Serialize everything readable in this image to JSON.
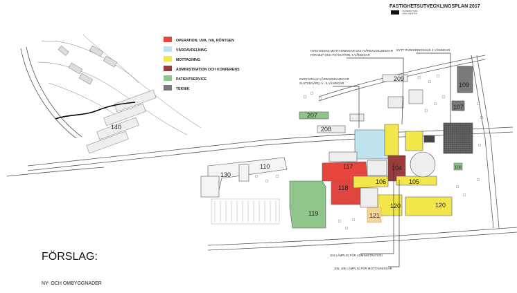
{
  "header": {
    "title": "FASTIGHETSUTVECKLINGSPLAN 2017",
    "org_line1": "VÄSTERBOTTENS",
    "org_line2": "LÄNS LANDSTING"
  },
  "legend": {
    "items": [
      {
        "label": "OPERATION, UVA, IVA, RÖNTGEN",
        "color": "#e8453f"
      },
      {
        "label": "VÅRDAVDELNING",
        "color": "#bfe3ee"
      },
      {
        "label": "MOTTAGNING",
        "color": "#f2e64a"
      },
      {
        "label": "ADMINISTRATION OCH KONFERENS",
        "color": "#9b3b3b"
      },
      {
        "label": "PATIENTSERVICE",
        "color": "#8fc58a"
      },
      {
        "label": "TEKNIK",
        "color": "#7a7a7a"
      }
    ]
  },
  "annotations": {
    "parking": "NYTT PARKERINGSHUS 4 VÅNINGAR",
    "mottagning_line1": "NYBYGGNAD MOTTAGNINGAR OCH VÅRDAVDELNINGAR",
    "mottagning_line2": "FÖR BUP OCH PSYKIATRIN, 5 VÅNINGAR",
    "vardavd_line1": "NYBYGGNAD VÅRDAVDELNINGAR",
    "vardavd_line2": "SLUTENVÅRD, 5 - 6 VÅNINGAR",
    "admin104": "104 LÄMPLIG FÖR ADMINISTRATION",
    "admin105": "105, 106 LÄMPLIG FÖR MOTTAGNINGAR"
  },
  "buildings": [
    "140",
    "130",
    "110",
    "208",
    "207",
    "117",
    "118",
    "119",
    "104",
    "106",
    "105",
    "120",
    "120",
    "121",
    "209",
    "109",
    "107",
    "108"
  ],
  "footer": {
    "title": "FÖRSLAG:",
    "subtitle": "NY- OCH OMBYGGNADER"
  }
}
